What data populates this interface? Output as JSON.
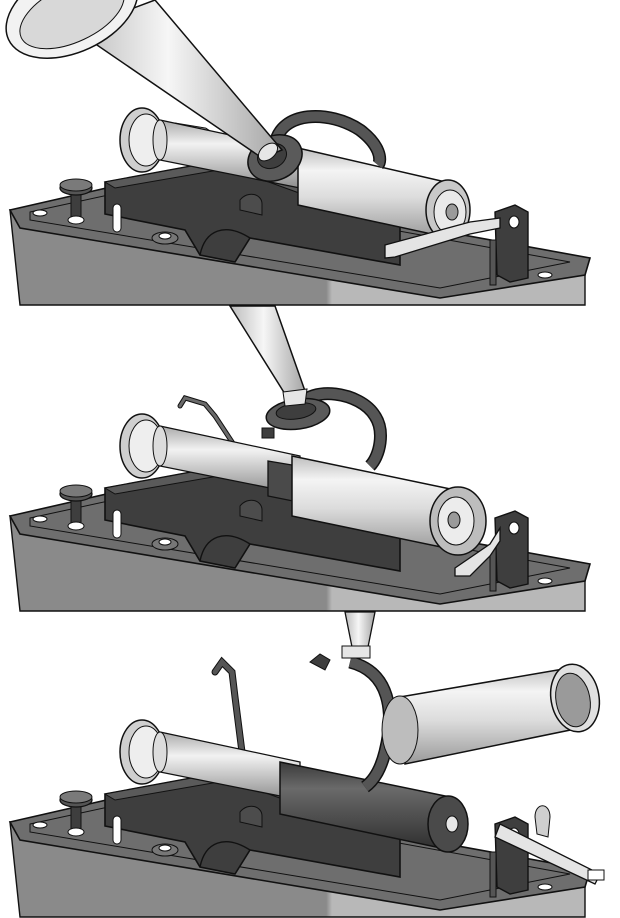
{
  "colors": {
    "background": "#ffffff",
    "outline": "#111111",
    "base_top": "#6e6e6e",
    "base_side": "#8c8c8c",
    "base_side_light": "#b3b3b3",
    "frame_dark": "#3e3e3e",
    "frame_mid": "#5a5a5a",
    "metal_light": "#e6e6e6",
    "metal_mid": "#c4c4c4",
    "metal_dark": "#9a9a9a",
    "horn_light": "#efefef",
    "horn_mid": "#cfcfcf",
    "cylinder_dark": "#4a4a4a"
  },
  "panels": [
    {
      "step": 1,
      "stage": "horn-attached",
      "cylinder": "light",
      "horn": "mounted"
    },
    {
      "step": 2,
      "stage": "horn-lifted",
      "cylinder": "light",
      "horn": "raised"
    },
    {
      "step": 3,
      "stage": "cylinder-removed",
      "cylinder": "dark",
      "horn": "detached"
    }
  ],
  "icons": [
    "phonograph-base",
    "mandrel",
    "wax-cylinder",
    "reproducer",
    "horn",
    "crank-arm",
    "adjust-knob",
    "pivot-bracket"
  ]
}
